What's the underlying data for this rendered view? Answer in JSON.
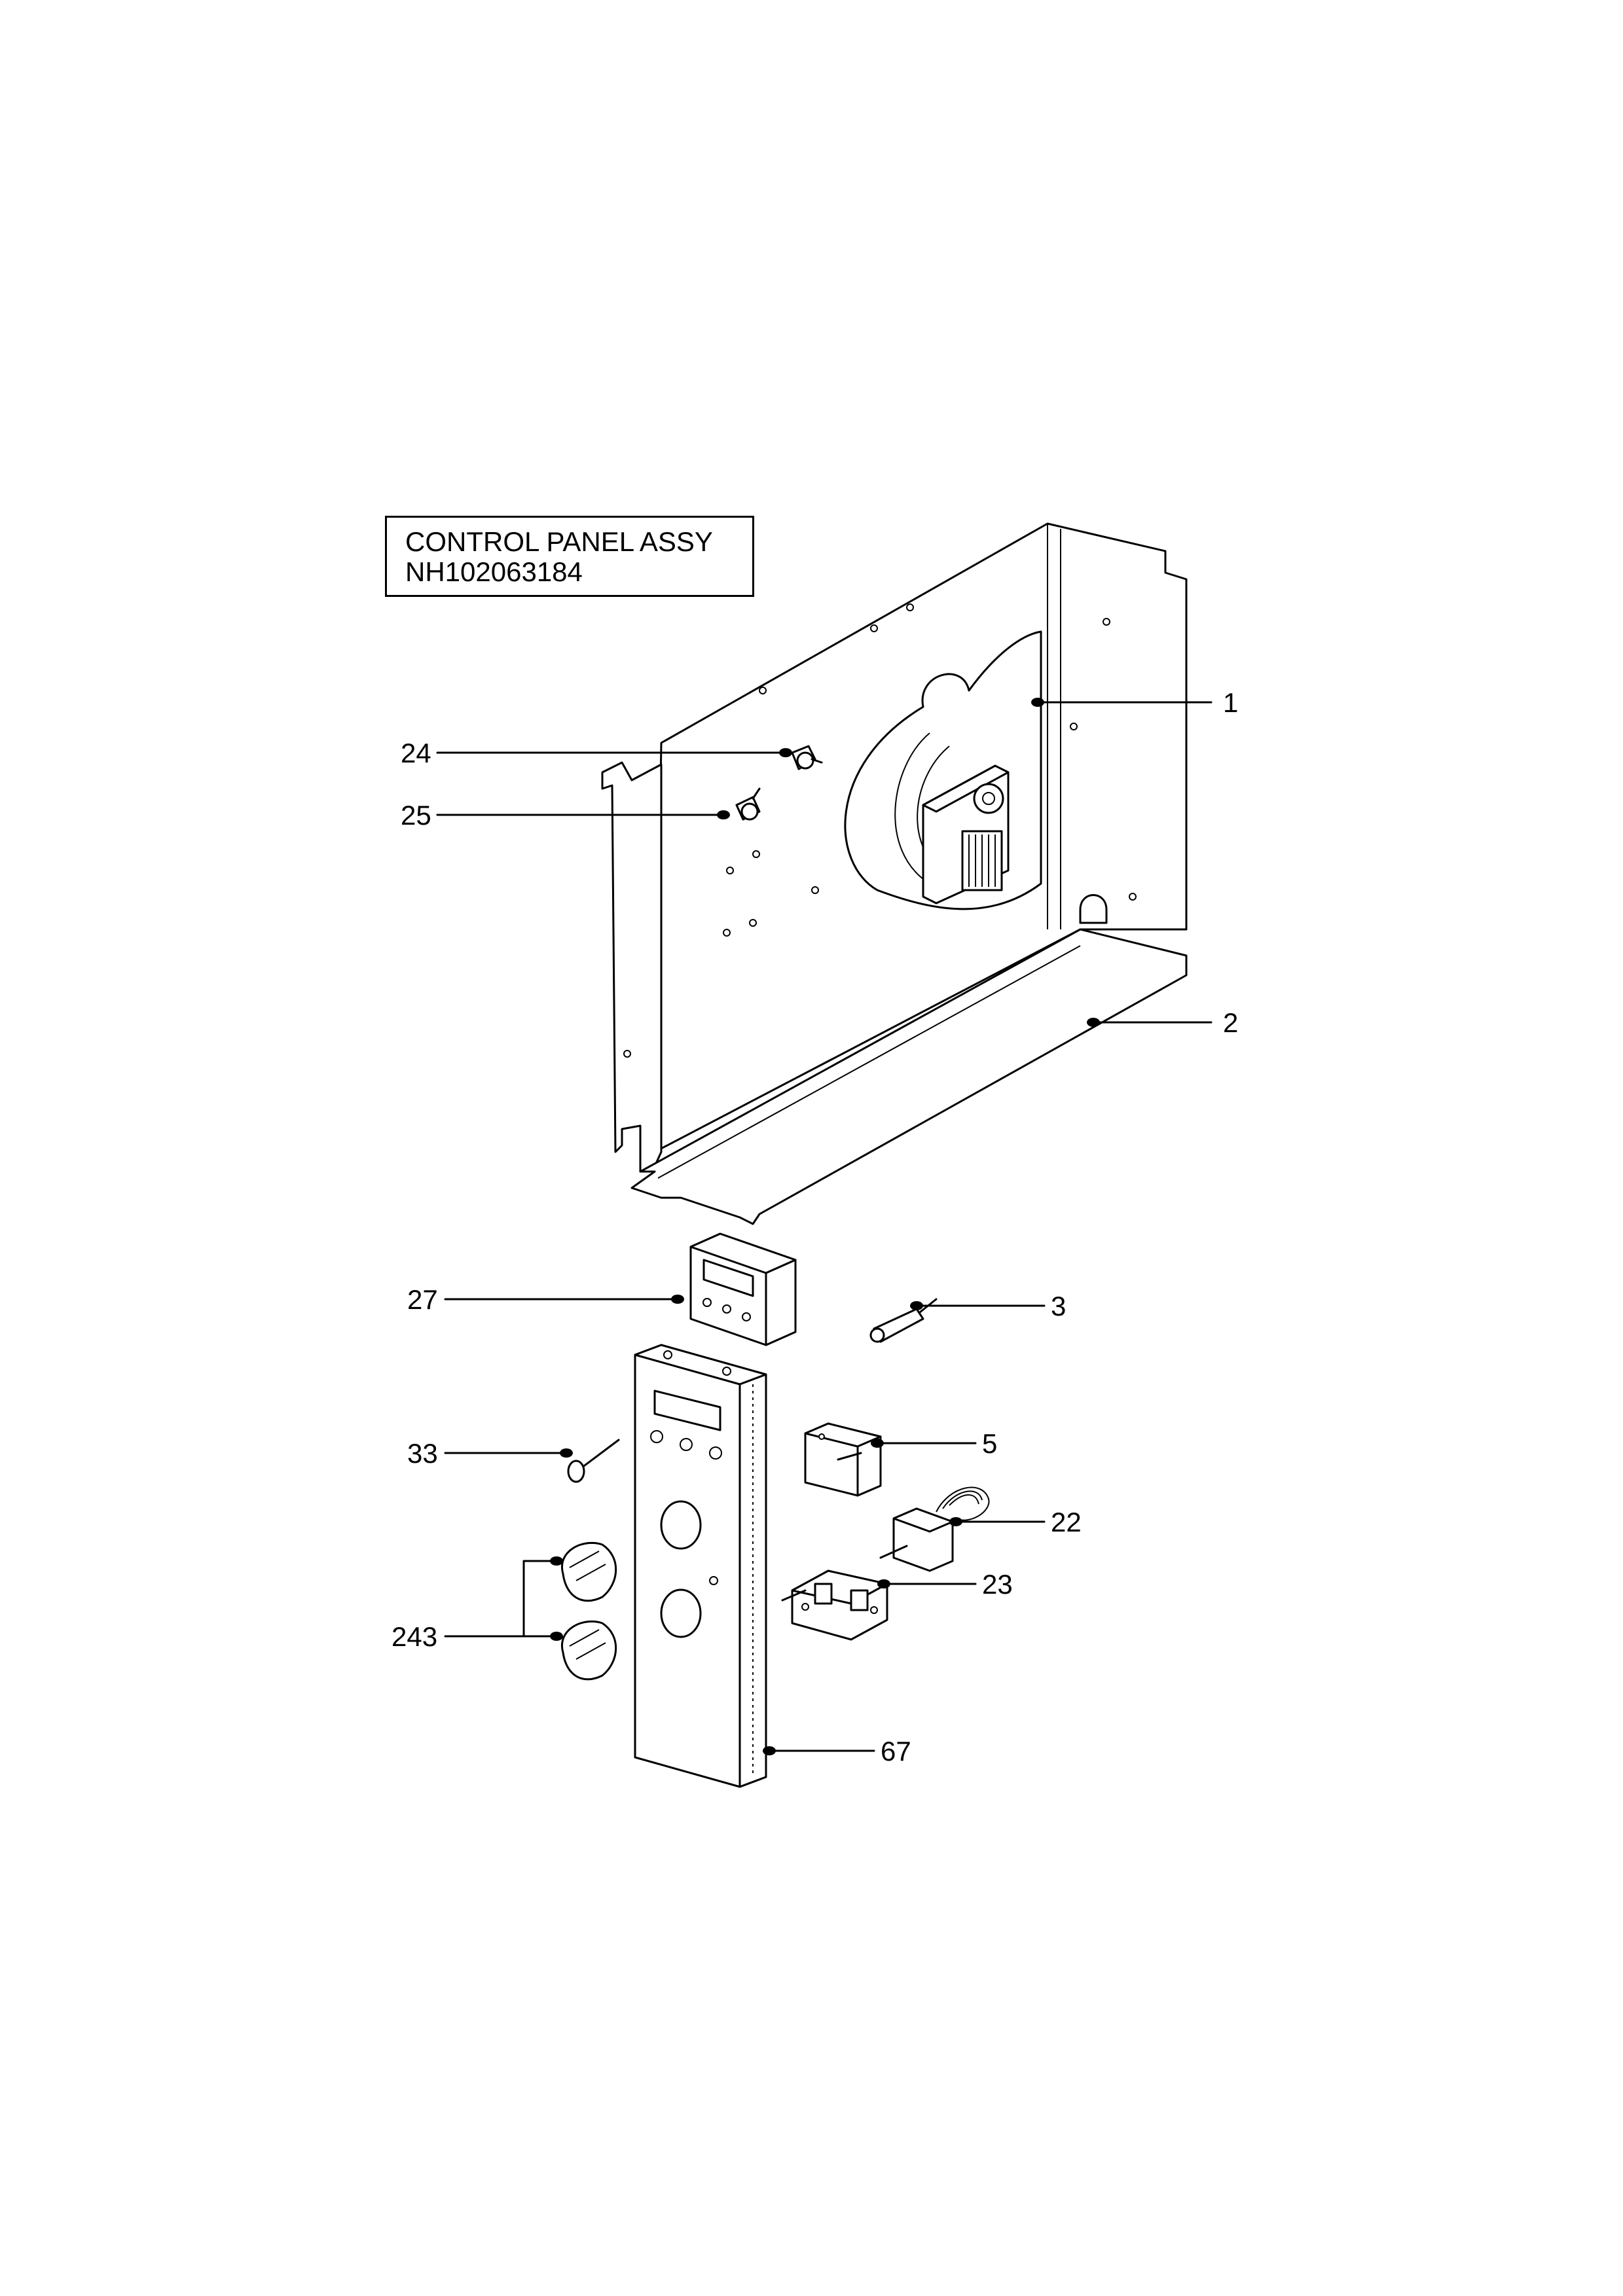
{
  "title": {
    "line1": "CONTROL PANEL ASSY",
    "line2": "NH102063184"
  },
  "callouts": {
    "c1": "1",
    "c2": "2",
    "c3": "3",
    "c5": "5",
    "c22": "22",
    "c23": "23",
    "c24": "24",
    "c25": "25",
    "c27": "27",
    "c33": "33",
    "c67": "67",
    "c243": "243"
  }
}
